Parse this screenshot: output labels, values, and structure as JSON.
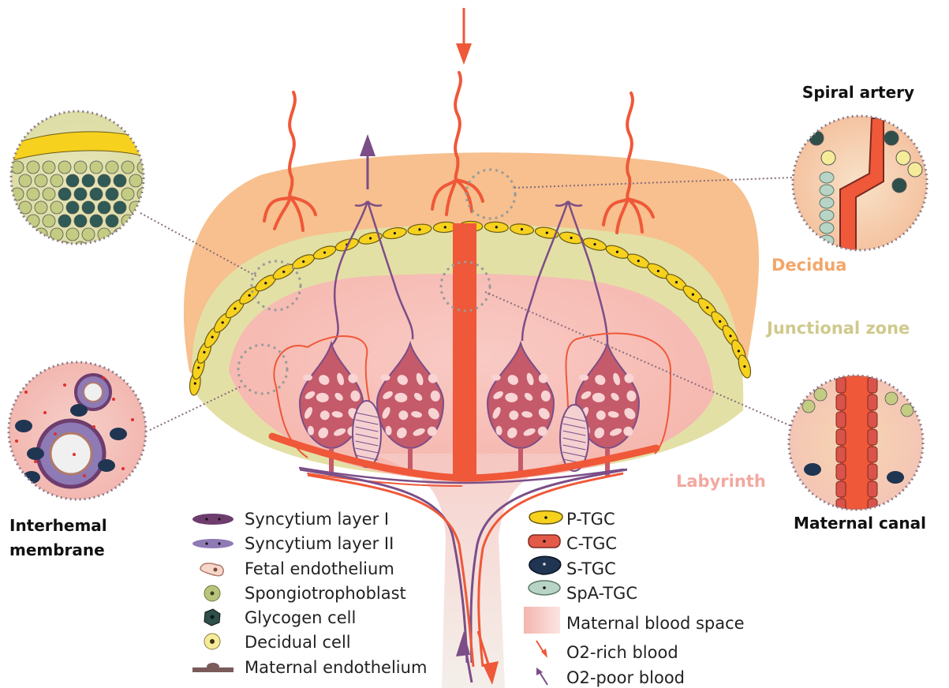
{
  "colors": {
    "decidua": "#f7c08e",
    "junctional": "#e3e0a6",
    "labyrinth": "#f8c3bd",
    "maternal_blood": "#ef5838",
    "fetal_vessel": "#7b4e88",
    "p_tgc": "#f6d11e",
    "spongio": "#c9d08d",
    "glycogen": "#2f4f4a"
  },
  "zones": {
    "decidua": "Decidua",
    "junctional": "Junctional zone",
    "labyrinth": "Labyrinth"
  },
  "callouts": {
    "spiral_artery": "Spiral artery",
    "maternal_canal": "Maternal canal",
    "interhemal_line1": "Interhemal",
    "interhemal_line2": "membrane"
  },
  "legend_left": [
    {
      "label": "Syncytium layer I",
      "icon": "syncytium-layer-1-icon"
    },
    {
      "label": "Syncytium layer II",
      "icon": "syncytium-layer-2-icon"
    },
    {
      "label": "Fetal endothelium",
      "icon": "fetal-endothelium-icon"
    },
    {
      "label": "Spongiotrophoblast",
      "icon": "spongiotrophoblast-icon"
    },
    {
      "label": "Glycogen cell",
      "icon": "glycogen-cell-icon"
    },
    {
      "label": "Decidual cell",
      "icon": "decidual-cell-icon"
    },
    {
      "label": "Maternal endothelium",
      "icon": "maternal-endothelium-icon"
    }
  ],
  "legend_right": [
    {
      "label": "P-TGC",
      "icon": "p-tgc-icon"
    },
    {
      "label": "C-TGC",
      "icon": "c-tgc-icon"
    },
    {
      "label": "S-TGC",
      "icon": "s-tgc-icon"
    },
    {
      "label": "SpA-TGC",
      "icon": "spa-tgc-icon"
    },
    {
      "label": "Maternal blood space",
      "icon": "maternal-blood-space-icon"
    },
    {
      "label": "O2-rich blood",
      "icon": "o2-rich-arrow-icon"
    },
    {
      "label": "O2-poor blood",
      "icon": "o2-poor-arrow-icon"
    }
  ]
}
